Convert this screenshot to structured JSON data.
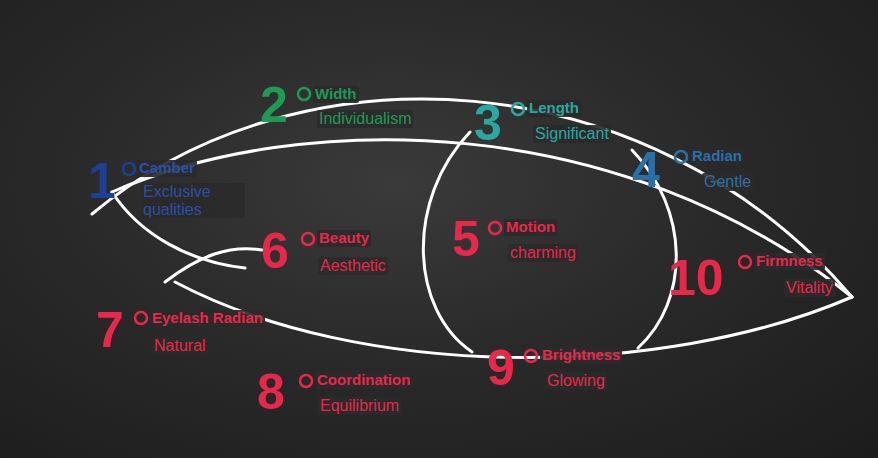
{
  "diagram": {
    "labels": [
      "1",
      "Camber",
      "Exclusive qualities",
      "2",
      "Width",
      "Individualism",
      "3",
      "Length",
      "Significant",
      "4",
      "Radian",
      "Gentle",
      "5",
      "Motion",
      "charming",
      "6",
      "Beauty",
      "Aesthetic",
      "7",
      "Eyelash Radian",
      "Natural",
      "8",
      "Coordination",
      "Equilibrium",
      "9",
      "Brightness",
      "Glowing",
      "10",
      "Firmness",
      "Vitality"
    ]
  }
}
